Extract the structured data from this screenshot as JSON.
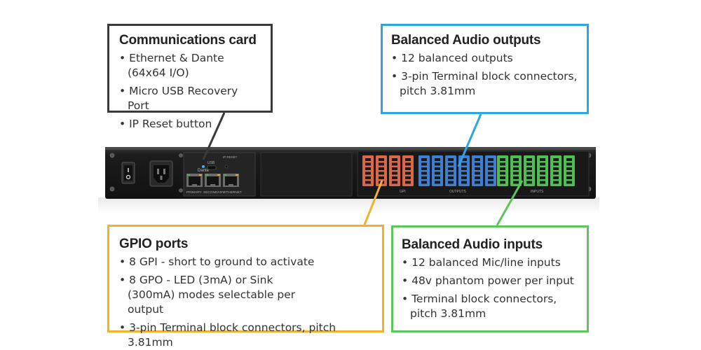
{
  "colors": {
    "comm": "#3a3a3a",
    "outputs": "#2ba6e0",
    "gpio": "#f1b229",
    "inputs": "#5cc65b",
    "gpio_connector": "#d9684a",
    "output_connector": "#3e7fd1",
    "input_connector": "#4fbf55"
  },
  "callouts": {
    "comm": {
      "title": "Communications card",
      "items": [
        "Ethernet & Dante (64x64 I/O)",
        "Micro USB Recovery Port",
        "IP Reset button"
      ]
    },
    "outputs": {
      "title": "Balanced Audio outputs",
      "items": [
        "12 balanced outputs",
        "3-pin Terminal block connectors, pitch 3.81mm"
      ]
    },
    "gpio": {
      "title": "GPIO ports",
      "items": [
        "8 GPI - short to ground to activate",
        "8 GPO - LED (3mA) or Sink (300mA) modes selectable per output",
        "3-pin Terminal block connectors, pitch 3.81mm"
      ]
    },
    "inputs": {
      "title": "Balanced Audio inputs",
      "items": [
        "12 balanced Mic/line inputs",
        "48v phantom power per input",
        "Terminal block connectors, pitch 3.81mm"
      ]
    }
  },
  "device": {
    "labels": {
      "usb": "USB",
      "ip_reset": "IP RESET",
      "dante": "Dante",
      "primary": "PRIMARY",
      "secondary": "SECONDARY",
      "ethernet": "ETHERNET",
      "gpi": "GPI",
      "outputs": "OUTPUTS",
      "inputs": "INPUTS"
    }
  }
}
